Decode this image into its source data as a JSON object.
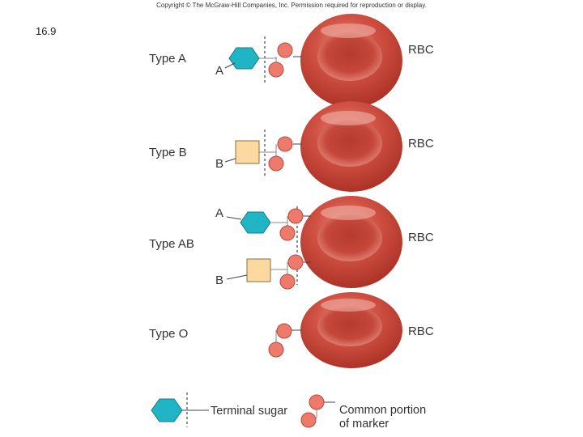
{
  "copyright": "Copyright © The McGraw-Hill Companies, Inc. Permission required for reproduction or display.",
  "slide_number": "16.9",
  "rbc_label": "RBC",
  "blood_types": [
    {
      "label": "Type A",
      "markers": [
        "A"
      ]
    },
    {
      "label": "Type B",
      "markers": [
        "B"
      ]
    },
    {
      "label": "Type AB",
      "markers": [
        "A",
        "B"
      ]
    },
    {
      "label": "Type O",
      "markers": []
    }
  ],
  "legend": {
    "terminal_sugar": "Terminal sugar",
    "common_portion_line1": "Common portion",
    "common_portion_line2": "of marker"
  },
  "colors": {
    "hexagon_fill": "#1fb5c4",
    "square_fill": "#fbd9a0",
    "circle_fill": "#ee7a6c",
    "rbc_dark": "#b3352b",
    "rbc_light": "#e4786a"
  }
}
